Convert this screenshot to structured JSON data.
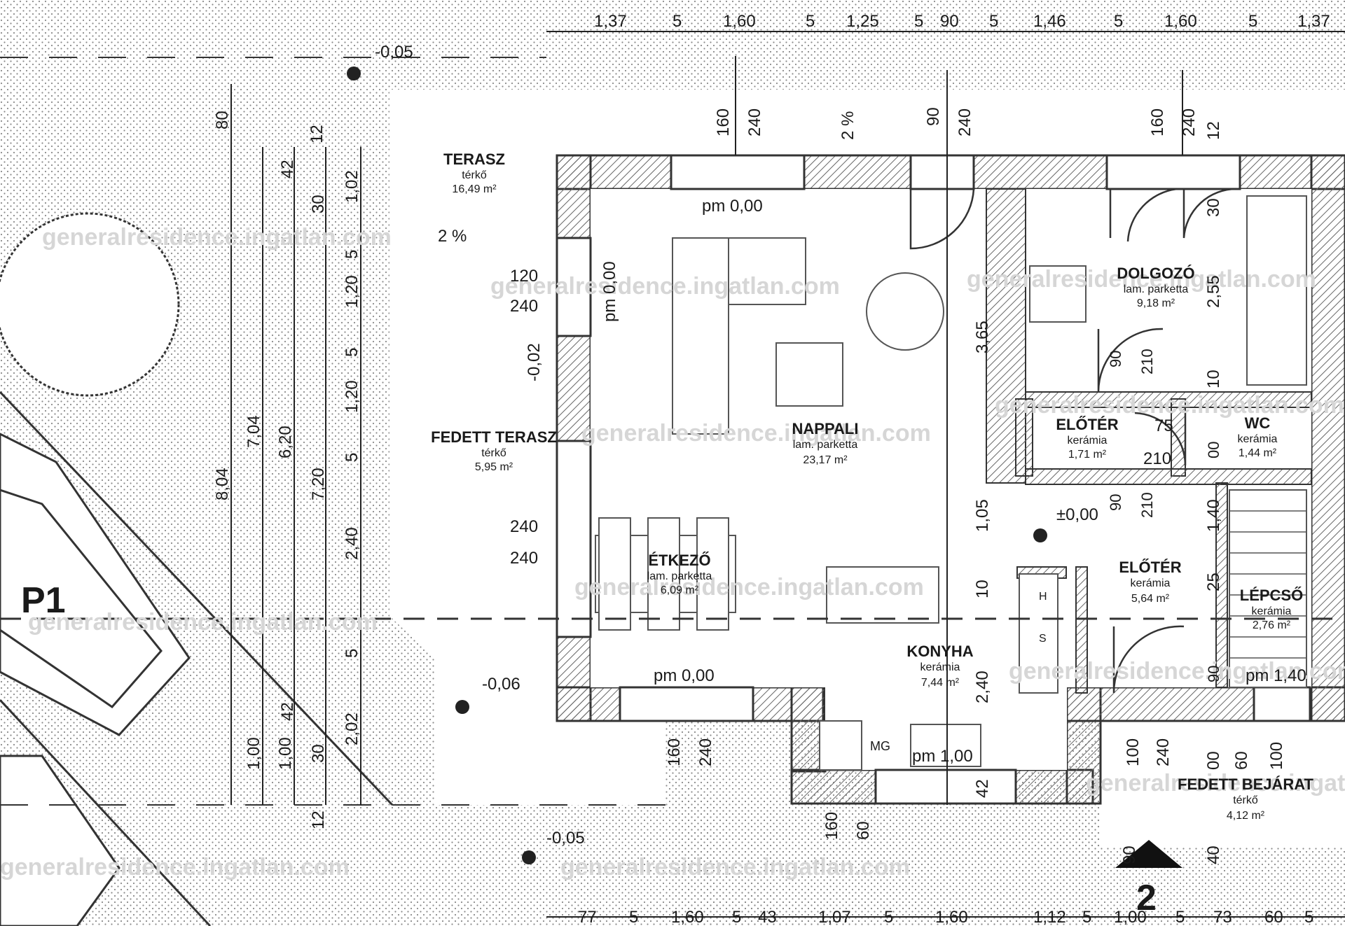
{
  "rooms": {
    "terasz": {
      "name": "TERASZ",
      "floor": "térkő",
      "area": "16,49 m²"
    },
    "fedett_terasz": {
      "name": "FEDETT TERASZ",
      "floor": "térkő",
      "area": "5,95 m²"
    },
    "nappali": {
      "name": "NAPPALI",
      "floor": "lam. parketta",
      "area": "23,17 m²"
    },
    "etkezo": {
      "name": "ÉTKEZŐ",
      "floor": "lam. parketta",
      "area": "6,09 m²"
    },
    "konyha": {
      "name": "KONYHA",
      "floor": "kerámia",
      "area": "7,44 m²"
    },
    "dolgozo": {
      "name": "DOLGOZÓ",
      "floor": "lam. parketta",
      "area": "9,18 m²"
    },
    "eloter_small": {
      "name": "ELŐTÉR",
      "floor": "kerámia",
      "area": "1,71 m²"
    },
    "wc": {
      "name": "WC",
      "floor": "kerámia",
      "area": "1,44 m²"
    },
    "eloter_main": {
      "name": "ELŐTÉR",
      "floor": "kerámia",
      "area": "5,64 m²"
    },
    "lepcso": {
      "name": "LÉPCSŐ",
      "floor": "kerámia",
      "area": "2,76 m²"
    },
    "fedett_bejarat": {
      "name": "FEDETT BEJÁRAT",
      "floor": "térkő",
      "area": "4,12 m²"
    }
  },
  "levels": {
    "l1": "-0,05",
    "l2": "pm 0,00",
    "l3": "pm 0,00",
    "l4": "±0,00",
    "l5": "pm 0,00",
    "l6": "-0,06",
    "l7": "pm 1,00",
    "l8": "pm 1,40",
    "l9": "-0,05",
    "l10": "-0,02"
  },
  "slopes": {
    "s1": "2 %",
    "s2": "2 %"
  },
  "labels": {
    "parking": "P1",
    "section": "2",
    "mg": "MG",
    "fridge_h": "H",
    "fridge_s": "S"
  },
  "dims_top": [
    "1,37",
    "5",
    "1,60",
    "5",
    "1,25",
    "5",
    "90",
    "5",
    "1,46",
    "5",
    "1,60",
    "5",
    "1,37"
  ],
  "dims_bottom": [
    "77",
    "5",
    "1,60",
    "5",
    "43",
    "1,07",
    "5",
    "1,60",
    "1,12",
    "5",
    "1,00",
    "5",
    "73",
    "60",
    "5"
  ],
  "dims_left": [
    "80",
    "12",
    "42",
    "30",
    "1,02",
    "5",
    "1,20",
    "5",
    "1,20",
    "5",
    "2,40",
    "5",
    "42",
    "1,00",
    "1,00",
    "30",
    "12",
    "8,04",
    "7,04",
    "6,20",
    "7,20",
    "2,02"
  ],
  "openings": {
    "o1": "160",
    "o2": "240",
    "o3": "90",
    "o4": "240",
    "o5": "160",
    "o6": "240",
    "o7": "120",
    "o8": "240",
    "o9": "240",
    "o10": "240",
    "o11": "160",
    "o12": "240",
    "o13": "90",
    "o14": "210",
    "o15": "75",
    "o16": "210",
    "o17": "90",
    "o18": "210",
    "o19": "100",
    "o20": "240",
    "o21": "60",
    "o22": "160",
    "o23": "60",
    "o24": "100",
    "o25": "90",
    "o26": "90",
    "o27": "30",
    "o28": "2,55",
    "o29": "10",
    "o30": "3,65",
    "o31": "1,05",
    "o32": "10",
    "o33": "2,40",
    "o34": "1,40",
    "o35": "25",
    "o36": "40",
    "o37": "42",
    "o38": "12",
    "o39": "00",
    "o40": "00",
    "o41": "pm 0,00"
  },
  "watermark": "generalresidence.ingatlan.com"
}
